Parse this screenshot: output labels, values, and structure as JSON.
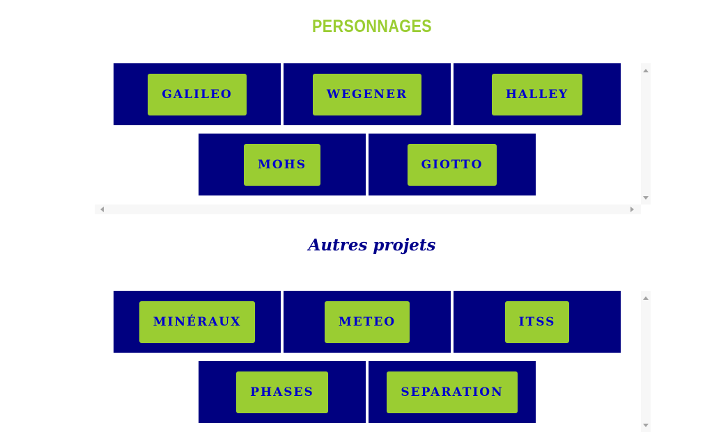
{
  "headings": {
    "personnages": "PERSONNAGES",
    "autres": "Autres projets"
  },
  "personnages": {
    "items": [
      {
        "label": "GALILEO"
      },
      {
        "label": "WEGENER"
      },
      {
        "label": "HALLEY"
      },
      {
        "label": "MOHS"
      },
      {
        "label": "GIOTTO"
      }
    ]
  },
  "projets": {
    "items": [
      {
        "label": "MINÉRAUX"
      },
      {
        "label": "METEO"
      },
      {
        "label": "ITSS"
      },
      {
        "label": "PHASES"
      },
      {
        "label": "SEPARATION"
      }
    ]
  },
  "colors": {
    "accent": "#9acd32",
    "tile_background": "#000080",
    "button_text": "#0000cd",
    "script_heading": "#00008b"
  },
  "icons": {
    "scroll_up": "triangle-up",
    "scroll_down": "triangle-down",
    "scroll_left": "triangle-left",
    "scroll_right": "triangle-right"
  }
}
